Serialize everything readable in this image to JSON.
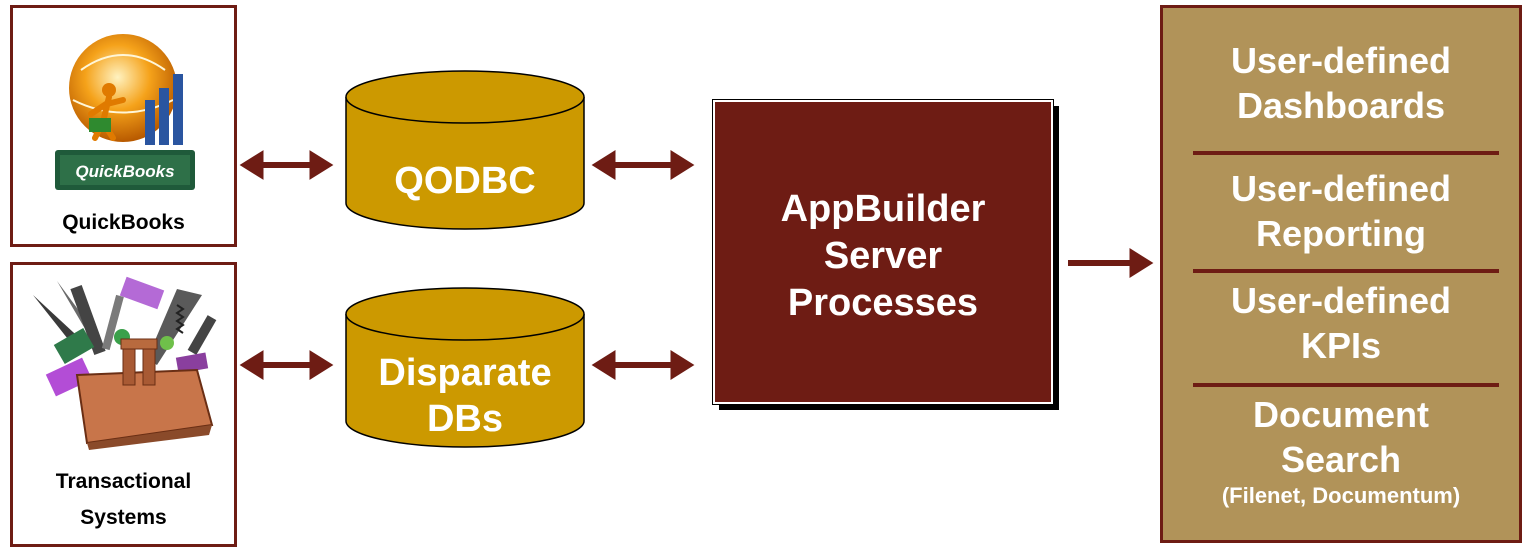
{
  "sources": {
    "quickbooks": {
      "label": "QuickBooks",
      "logo_text": "QuickBooks"
    },
    "transactional": {
      "label_line1": "Transactional",
      "label_line2": "Systems"
    }
  },
  "databases": {
    "qodbc": {
      "label": "QODBC"
    },
    "disparate": {
      "label_line1": "Disparate",
      "label_line2": "DBs"
    }
  },
  "server": {
    "line1": "AppBuilder",
    "line2": "Server",
    "line3": "Processes"
  },
  "outputs": {
    "dashboards": {
      "line1": "User-defined",
      "line2": "Dashboards"
    },
    "reporting": {
      "line1": "User-defined",
      "line2": "Reporting"
    },
    "kpis": {
      "line1": "User-defined",
      "line2": "KPIs"
    },
    "document_search": {
      "line1": "Document",
      "line2": "Search",
      "line3": "(Filenet, Documentum)"
    }
  },
  "colors": {
    "maroon": "#6e1c14",
    "gold": "#cc9900",
    "tan": "#b19359"
  }
}
